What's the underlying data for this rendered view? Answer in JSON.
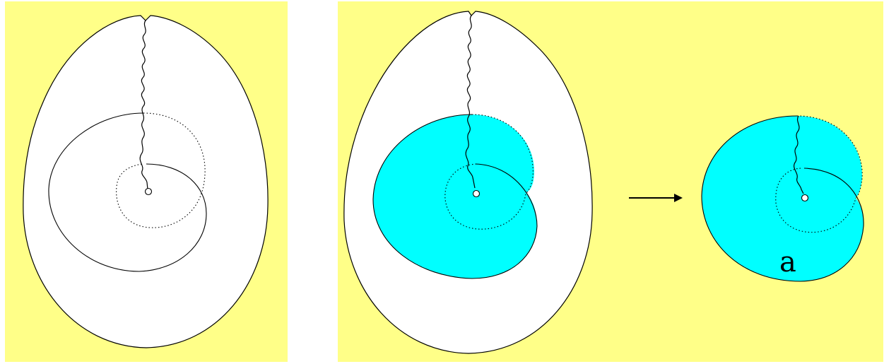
{
  "colors": {
    "background": "#ffff88",
    "egg_fill": "#ffffff",
    "piece_fill": "#00ffff",
    "stroke": "#000000"
  },
  "panels": [
    {
      "name": "egg-with-spiral-cut"
    },
    {
      "name": "egg-with-highlighted-piece"
    }
  ],
  "arrow": {
    "icon": "right-arrow-icon"
  },
  "extracted_piece": {
    "label": "a"
  }
}
